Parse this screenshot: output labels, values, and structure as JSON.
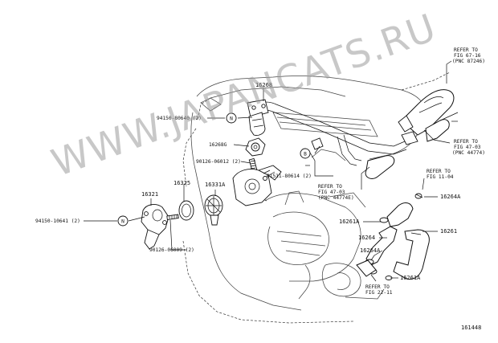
{
  "watermark": "WWW.JAPANCATS.RU",
  "diagram_id": "161448",
  "labels": {
    "p16268": "16268",
    "p94150_80640": "94150-80640 (2)",
    "p16268G": "16268G",
    "p90126_06012": "90126-06012 (2)",
    "p16325": "16325",
    "p16331A": "16331A",
    "p16321": "16321",
    "p94150_10641": "94150-10641 (2)",
    "p90126_06009": "90126-06009 (2)",
    "p91511_80614": "91511-80614 (2)",
    "p16261A_upper": "16261A",
    "p16264": "16264",
    "p16264A_upper": "16264A",
    "p16264A_lower": "16264A",
    "p16261": "16261",
    "p16261A_lower": "16261A",
    "ref_fig67_line1": "REFER TO",
    "ref_fig67_line2": "FIG 67-16",
    "ref_fig67_line3": "(PNC 87246)",
    "ref_fig47_03a_line1": "REFER TO",
    "ref_fig47_03a_line2": "FIG 47-03",
    "ref_fig47_03a_line3": "(PNC 44774)",
    "ref_fig47_03b_line1": "REFER TO",
    "ref_fig47_03b_line2": "FIG 47-03",
    "ref_fig47_03b_line3": "(PNC 44774E)",
    "ref_fig11_line1": "REFER TO",
    "ref_fig11_line2": "FIG 11-04",
    "ref_fig22_line1": "REFER TO",
    "ref_fig22_line2": "FIG 22-11"
  },
  "markers": {
    "n_upper": "N",
    "b": "B",
    "n_lower": "N"
  }
}
